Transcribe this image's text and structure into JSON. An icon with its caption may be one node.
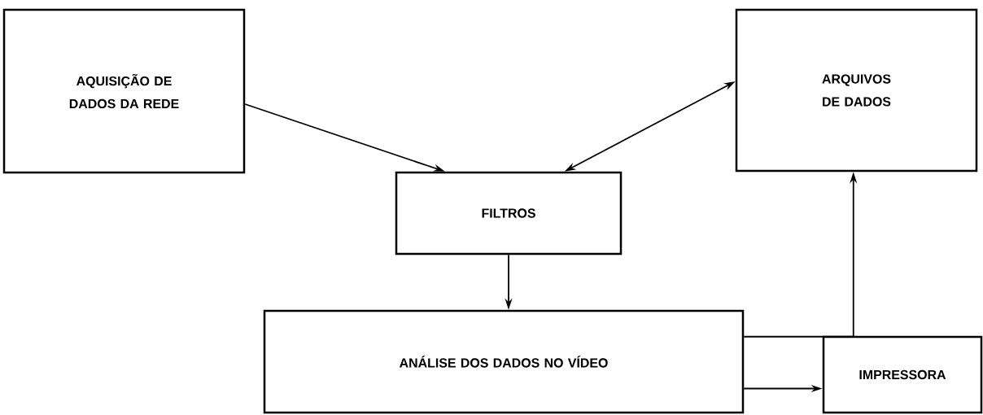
{
  "diagram": {
    "nodes": [
      {
        "text": [
          "AQUISIÇÃO DE DADOS DA REDE"
        ]
      },
      {
        "text": [
          "ARQUIVOS DE DADOS"
        ]
      },
      {
        "text": [
          "FILTROS"
        ]
      },
      {
        "text": [
          "ANÁLISE DOS DADOS NO VÍDEO"
        ]
      },
      {
        "text": [
          "IMPRESSORA"
        ]
      }
    ],
    "edges": [
      {
        "from": 0,
        "to": 2,
        "arrow": "to"
      },
      {
        "from": 2,
        "to": 1,
        "arrow": "both"
      },
      {
        "from": 2,
        "to": 3,
        "arrow": "to"
      },
      {
        "from": 3,
        "to": 1,
        "arrow": "to"
      },
      {
        "from": 3,
        "to": 4,
        "arrow": "to"
      }
    ]
  }
}
